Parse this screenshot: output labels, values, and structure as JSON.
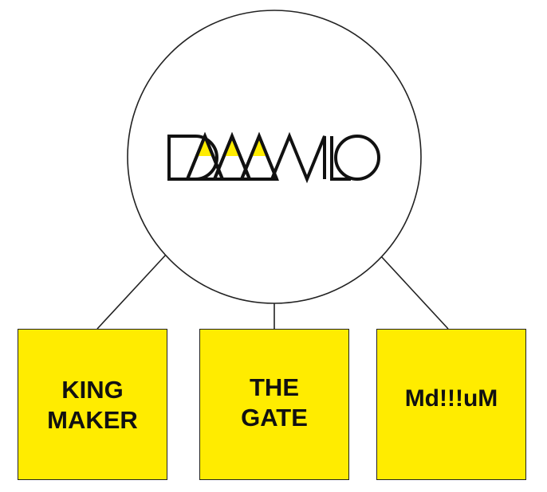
{
  "diagram": {
    "root": {
      "logo_text": "DAAAMO",
      "logo_accent_color": "#FFEC00"
    },
    "children": [
      {
        "label": "KING\nMAKER"
      },
      {
        "label": "THE\nGATE"
      },
      {
        "label": "Md!!!uM"
      }
    ],
    "box_color": "#FFEC00",
    "line_color": "#222222"
  }
}
